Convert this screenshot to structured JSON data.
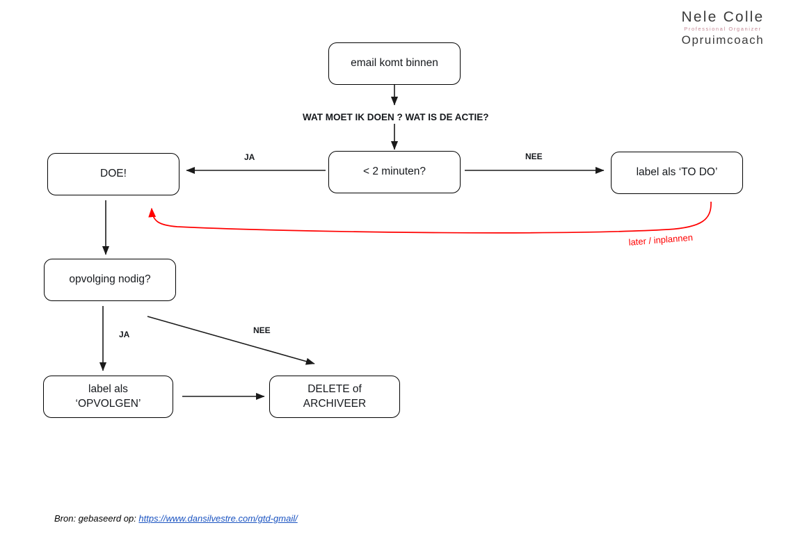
{
  "logo": {
    "name": "Nele Colle",
    "subtitle": "Professional Organizer",
    "role": "Opruimcoach",
    "name_color": "#3b3b3b",
    "subtitle_color": "#c58a97"
  },
  "diagram": {
    "title_question": "WAT MOET IK DOEN ? WAT IS DE ACTIE?",
    "nodes": [
      {
        "id": "start",
        "label": "email komt binnen"
      },
      {
        "id": "two_min",
        "label": "< 2 minuten?"
      },
      {
        "id": "doe",
        "label": "DOE!"
      },
      {
        "id": "todo",
        "label": "label als ‘TO DO’"
      },
      {
        "id": "opvolging",
        "label": "opvolging nodig?"
      },
      {
        "id": "opvolgen",
        "label": "label als\n‘OPVOLGEN’"
      },
      {
        "id": "delete",
        "label": "DELETE of\nARCHIVEER"
      }
    ],
    "edges": [
      {
        "from": "two_min",
        "to": "doe",
        "label": "JA"
      },
      {
        "from": "two_min",
        "to": "todo",
        "label": "NEE"
      },
      {
        "from": "opvolging",
        "to": "opvolgen",
        "label": "JA"
      },
      {
        "from": "opvolging",
        "to": "delete",
        "label": "NEE"
      }
    ],
    "feedback_edge": {
      "label": "later / inplannen",
      "color": "#ff0000",
      "from": "todo",
      "to": "doe"
    },
    "arrow_color": "#1a1a1a"
  },
  "footer": {
    "prefix": "Bron: gebaseerd op: ",
    "link_text": "https://www.dansilvestre.com/gtd-gmail/",
    "link_color": "#1a53c1"
  }
}
